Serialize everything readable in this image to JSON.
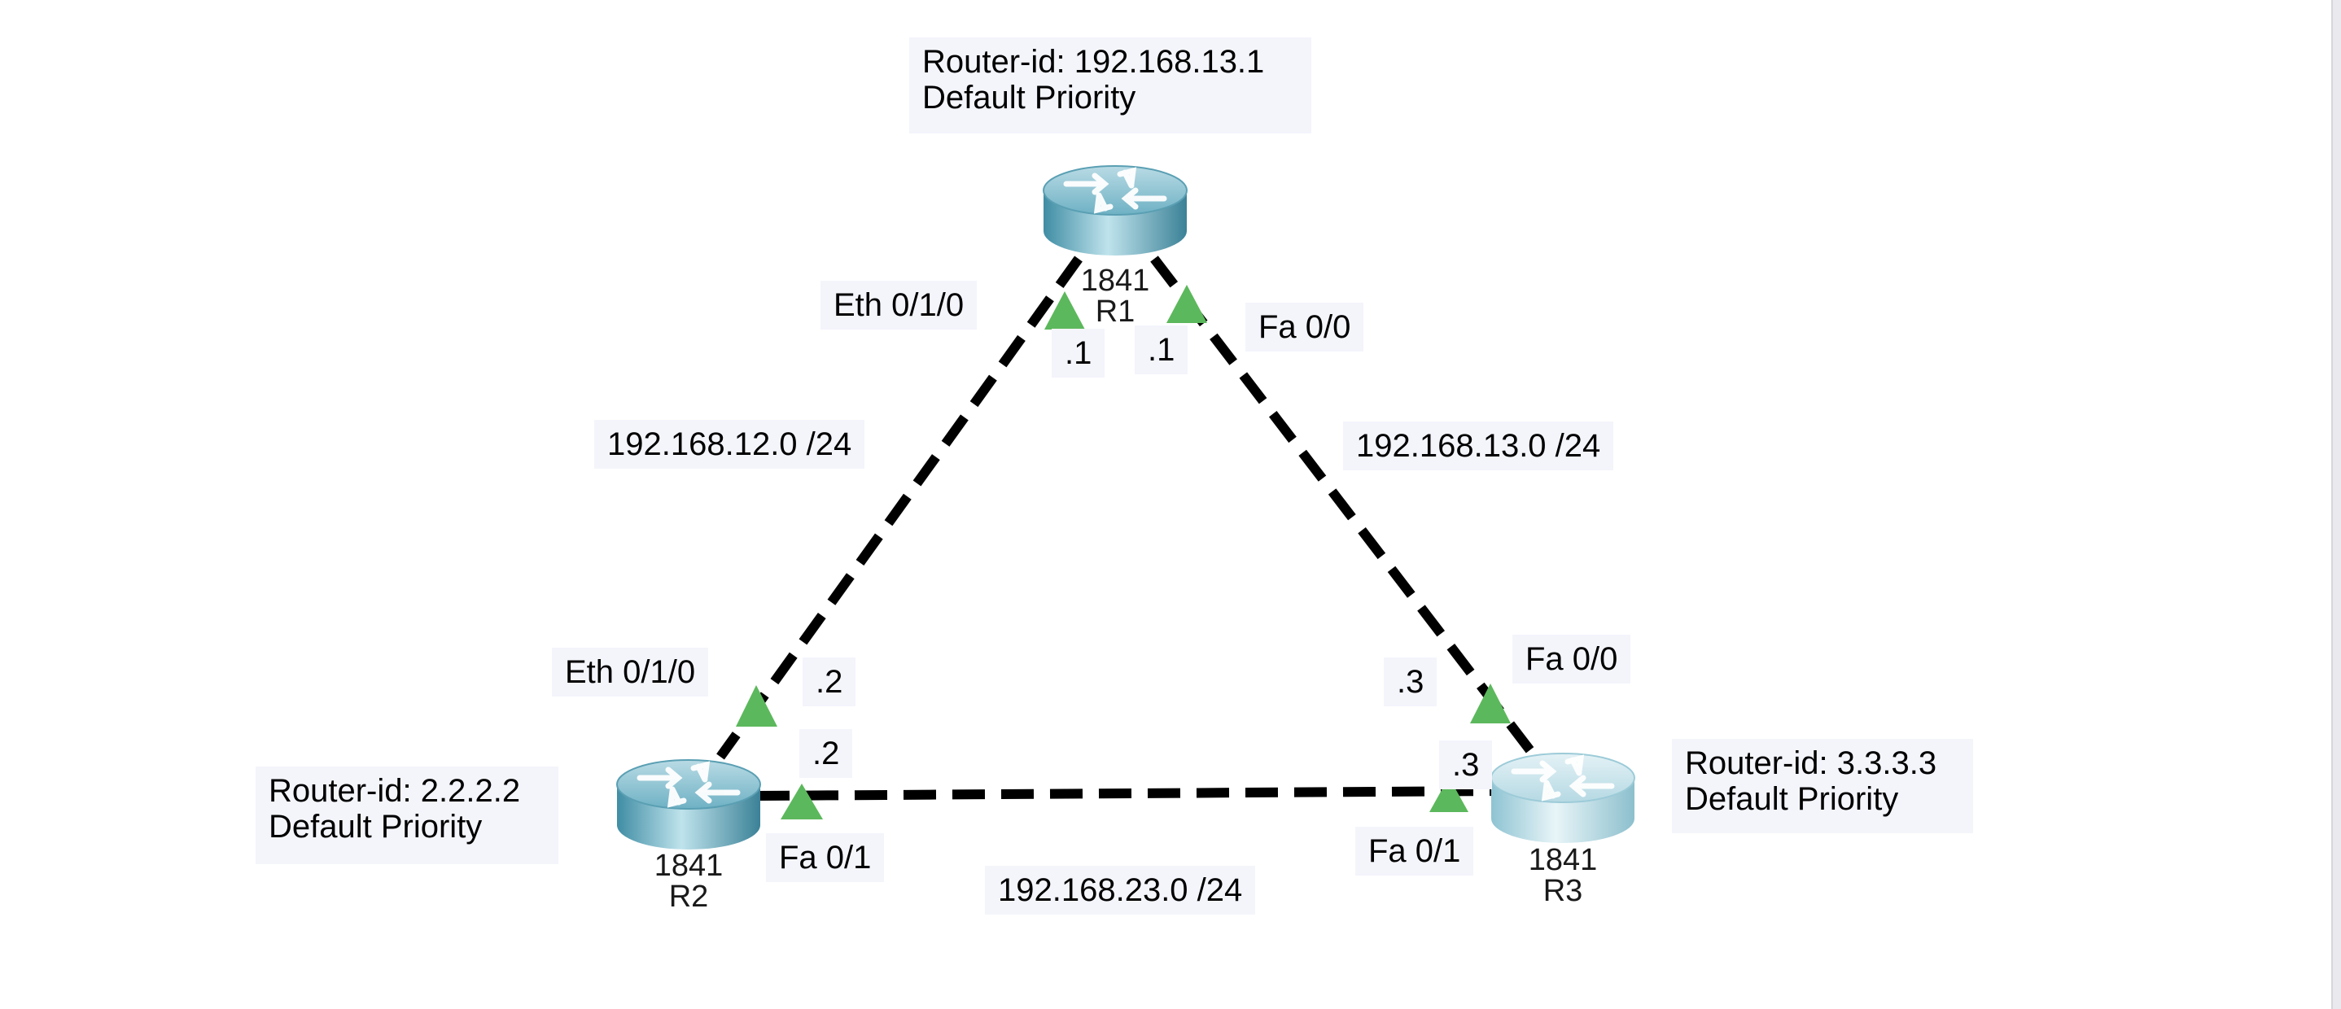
{
  "colors": {
    "link": "#000000",
    "port_up": "#5cb85c",
    "note_bg": "#f4f5fb",
    "router_body": "#4a9bb1"
  },
  "routers": {
    "r1": {
      "model": "1841",
      "name": "R1",
      "icon": "router-icon",
      "note_line1": "Router-id: 192.168.13.1",
      "note_line2": "Default Priority"
    },
    "r2": {
      "model": "1841",
      "name": "R2",
      "icon": "router-icon",
      "note_line1": "Router-id: 2.2.2.2",
      "note_line2": "Default Priority"
    },
    "r3": {
      "model": "1841",
      "name": "R3",
      "icon": "router-icon",
      "note_line1": "Router-id: 3.3.3.3",
      "note_line2": "Default Priority"
    }
  },
  "links": {
    "r1_r2": {
      "subnet": "192.168.12.0 /24",
      "r1_iface": "Eth 0/1/0",
      "r1_host": ".1",
      "r2_iface": "Eth 0/1/0",
      "r2_host": ".2"
    },
    "r1_r3": {
      "subnet": "192.168.13.0 /24",
      "r1_iface": "Fa 0/0",
      "r1_host": ".1",
      "r3_iface": "Fa 0/0",
      "r3_host": ".3"
    },
    "r2_r3": {
      "subnet": "192.168.23.0 /24",
      "r2_iface": "Fa 0/1",
      "r2_host": ".2",
      "r3_iface": "Fa 0/1",
      "r3_host": ".3"
    }
  }
}
